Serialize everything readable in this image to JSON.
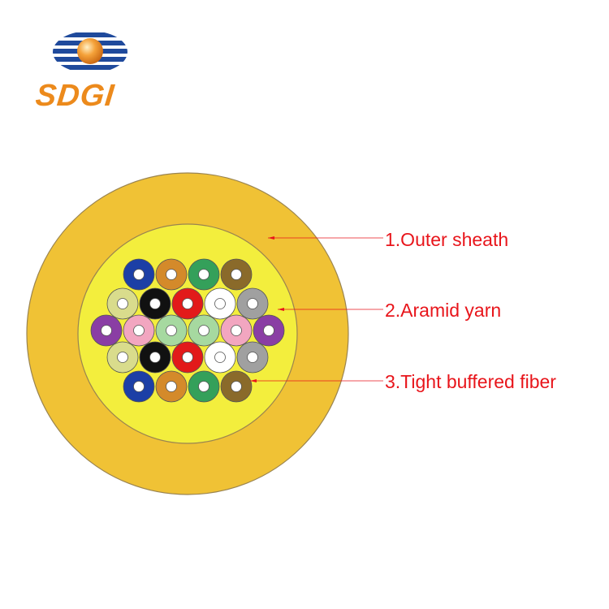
{
  "logo": {
    "text": "SDGI",
    "brand_color": "#ec8a1c",
    "stripe_color": "#1f4a9c",
    "icon": "globe-stripes-logo"
  },
  "labels": [
    {
      "text": "1.Outer sheath"
    },
    {
      "text": "2.Aramid yarn"
    },
    {
      "text": "3.Tight buffered fiber"
    }
  ],
  "colors": {
    "label_text": "#e8151b",
    "leader_line": "#e8151b",
    "outer_sheath": "#f0c235",
    "outer_sheath_edge": "#9a8450",
    "aramid_yarn": "#f3ee3d",
    "fiber_core": "#ffffff"
  },
  "fibers": [
    {
      "color": "#1c3fa6"
    },
    {
      "color": "#d48a2a"
    },
    {
      "color": "#34a05a"
    },
    {
      "color": "#8a6a2a"
    },
    {
      "color": "#d9dc8c"
    },
    {
      "color": "#111111"
    },
    {
      "color": "#e21a1a"
    },
    {
      "color": "#ffffff"
    },
    {
      "color": "#a0a0a0"
    },
    {
      "color": "#8a3ea4"
    },
    {
      "color": "#f2a6c0"
    },
    {
      "color": "#a6d9a0"
    },
    {
      "color": "#a6d9a0"
    },
    {
      "color": "#f2a6c0"
    },
    {
      "color": "#8a3ea4"
    },
    {
      "color": "#d9dc8c"
    },
    {
      "color": "#111111"
    },
    {
      "color": "#e21a1a"
    },
    {
      "color": "#ffffff"
    },
    {
      "color": "#a0a0a0"
    },
    {
      "color": "#1c3fa6"
    },
    {
      "color": "#d48a2a"
    },
    {
      "color": "#34a05a"
    },
    {
      "color": "#8a6a2a"
    }
  ]
}
